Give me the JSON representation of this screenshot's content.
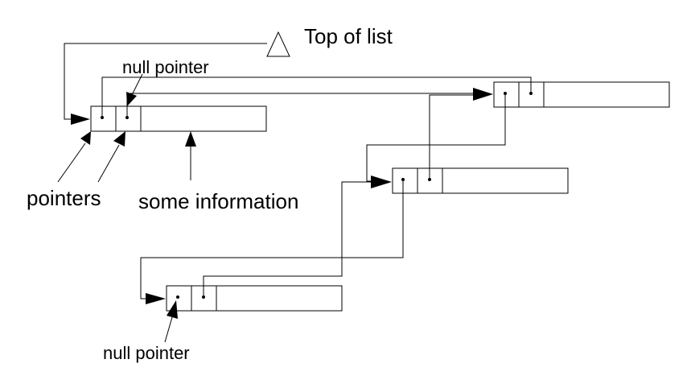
{
  "diagram": {
    "title": "Top of list",
    "labels": {
      "null_pointer_top": "null pointer",
      "pointers": "pointers",
      "some_information": "some information",
      "null_pointer_bottom": "null pointer"
    }
  },
  "colors": {
    "stroke": "#000000",
    "fill": "#ffffff",
    "background": "#ffffff"
  },
  "icons": [
    "triangle-icon"
  ]
}
